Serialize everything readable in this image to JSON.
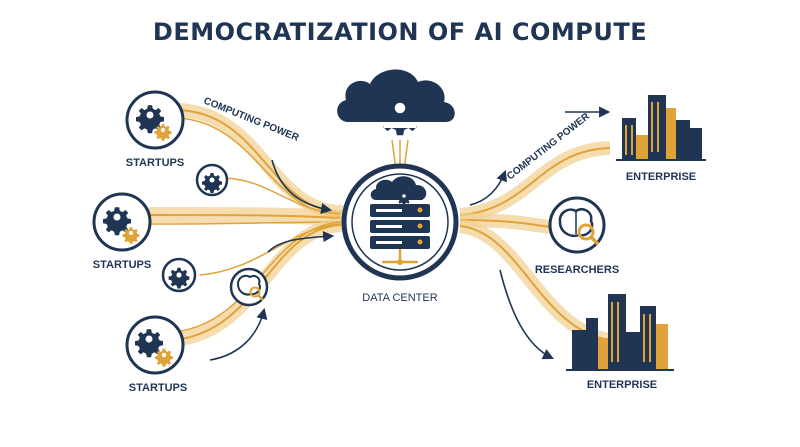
{
  "title": "DEMOCRATIZATION OF AI COMPUTE",
  "labels": {
    "startups_1": "STARTUPS",
    "startups_2": "STARTUPS",
    "startups_3": "STARTUPS",
    "data_center": "DATA CENTER",
    "enterprise_1": "ENTERPRISE",
    "enterprise_2": "ENTERPRISE",
    "researchers": "RESEARCHERS",
    "computing_power_left": "COMPUTING POWER",
    "computing_power_right": "COMPUTING POWER"
  },
  "colors": {
    "navy": "#1f3553",
    "gold": "#e0a33a",
    "light_gold": "#f1cf8e"
  },
  "icons": [
    "gear-icon",
    "cloud-gear-icon",
    "server-rack-icon",
    "brain-search-icon",
    "city-buildings-icon",
    "arrow-icon"
  ]
}
